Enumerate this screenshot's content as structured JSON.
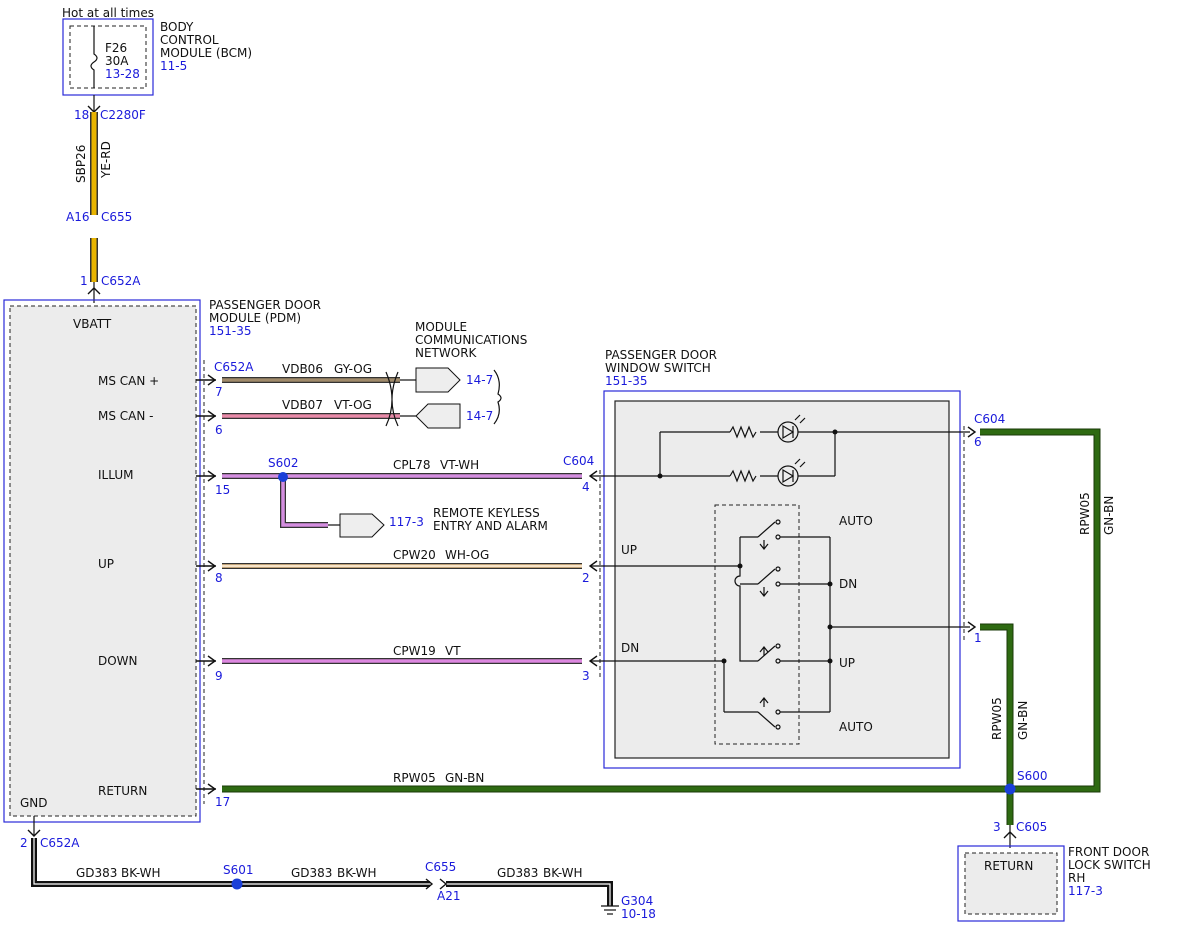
{
  "top_label": "Hot at all times",
  "bcm": {
    "title_line1": "BODY",
    "title_line2": "CONTROL",
    "title_line3": "MODULE (BCM)",
    "ref": "11-5",
    "fuse_name": "F26",
    "fuse_rating": "30A",
    "fuse_ref": "13-28"
  },
  "connectors": {
    "c2280f": {
      "pin": "18",
      "name": "C2280F"
    },
    "c655_top": {
      "pin": "A16",
      "name": "C655"
    },
    "c652a_top": {
      "pin": "1",
      "name": "C652A"
    },
    "c652a_side": {
      "name": "C652A"
    },
    "c652a_bottom": {
      "pin": "2",
      "name": "C652A"
    },
    "c604_left": {
      "name": "C604"
    },
    "c604_right": {
      "name": "C604",
      "pin": "6",
      "pin2": "1"
    },
    "c605": {
      "pin": "3",
      "name": "C605"
    },
    "c655_bottom": {
      "name": "C655",
      "pin": "A21"
    }
  },
  "wires": {
    "sbp26": {
      "circuit": "SBP26",
      "color": "YE-RD"
    },
    "vdb06": {
      "circuit": "VDB06",
      "color": "GY-OG"
    },
    "vdb07": {
      "circuit": "VDB07",
      "color": "VT-OG"
    },
    "cpl78": {
      "circuit": "CPL78",
      "color": "VT-WH"
    },
    "cpw20": {
      "circuit": "CPW20",
      "color": "WH-OG"
    },
    "cpw19": {
      "circuit": "CPW19",
      "color": "VT"
    },
    "rpw05_h": {
      "circuit": "RPW05",
      "color": "GN-BN"
    },
    "rpw05_v1": {
      "circuit": "RPW05",
      "color": "GN-BN"
    },
    "rpw05_v2": {
      "circuit": "RPW05",
      "color": "GN-BN"
    },
    "gd383_1": {
      "circuit": "GD383",
      "color": "BK-WH"
    },
    "gd383_2": {
      "circuit": "GD383",
      "color": "BK-WH"
    },
    "gd383_3": {
      "circuit": "GD383",
      "color": "BK-WH"
    }
  },
  "pdm": {
    "title_line1": "PASSENGER DOOR",
    "title_line2": "MODULE (PDM)",
    "ref": "151-35",
    "vbatt": "VBATT",
    "gnd": "GND",
    "pins": [
      {
        "label": "MS CAN +",
        "pin": "7"
      },
      {
        "label": "MS CAN -",
        "pin": "6"
      },
      {
        "label": "ILLUM",
        "pin": "15"
      },
      {
        "label": "UP",
        "pin": "8"
      },
      {
        "label": "DOWN",
        "pin": "9"
      },
      {
        "label": "RETURN",
        "pin": "17"
      }
    ]
  },
  "mcn": {
    "line1": "MODULE",
    "line2": "COMMUNICATIONS",
    "line3": "NETWORK",
    "ref1": "14-7",
    "ref2": "14-7"
  },
  "rke": {
    "line1": "REMOTE KEYLESS",
    "line2": "ENTRY AND ALARM",
    "ref": "117-3"
  },
  "splices": {
    "s602": "S602",
    "s600": "S600",
    "s601": "S601"
  },
  "window_switch": {
    "title_line1": "PASSENGER DOOR",
    "title_line2": "WINDOW SWITCH",
    "ref": "151-35",
    "pin4": "4",
    "pin2": "2",
    "pin3": "3",
    "up_label": "UP",
    "dn_label": "DN",
    "auto_top": "AUTO",
    "dn_pos": "DN",
    "up_pos": "UP",
    "auto_bottom": "AUTO"
  },
  "lock_switch": {
    "inner": "RETURN",
    "line1": "FRONT DOOR",
    "line2": "LOCK SWITCH",
    "line3": "RH",
    "ref": "117-3"
  },
  "ground": {
    "name": "G304",
    "ref": "10-18"
  },
  "colors": {
    "ye_rd": "#e8b400",
    "gy_og": "#a08a6a",
    "vt_og": "#e88aa8",
    "vt_wh": "#d48ee0",
    "wh_og": "#f0c890",
    "vt": "#dd88e0",
    "gn_bn": "#2e6a12",
    "bk_wh": "#111111",
    "connector_blue": "#1a1adb"
  }
}
